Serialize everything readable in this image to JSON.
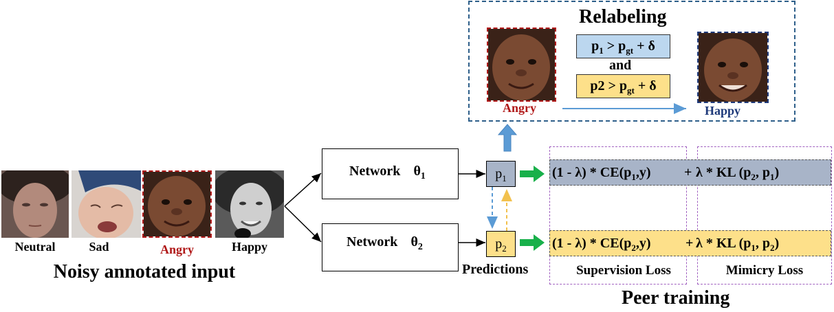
{
  "inputs": {
    "faces": [
      {
        "label": "Neutral",
        "color": "#000000"
      },
      {
        "label": "Sad",
        "color": "#000000"
      },
      {
        "label": "Angry",
        "color": "#b01818"
      },
      {
        "label": "Happy",
        "color": "#000000"
      }
    ],
    "title": "Noisy annotated input"
  },
  "networks": {
    "net1": {
      "label": "Network",
      "theta": "θ",
      "sub": "1"
    },
    "net2": {
      "label": "Network",
      "theta": "θ",
      "sub": "2"
    }
  },
  "predictions": {
    "p1": {
      "base": "p",
      "sub": "1"
    },
    "p2": {
      "base": "p",
      "sub": "2"
    },
    "label": "Predictions"
  },
  "relabeling": {
    "title": "Relabeling",
    "from_label": "Angry",
    "to_label": "Happy",
    "cond1": {
      "lhs": "p",
      "lhs_sub": "1",
      "op": " > p",
      "gt_sub": "gt",
      "plus": " + δ"
    },
    "joiner": "and",
    "cond2": {
      "lhs": "p2",
      "op": " > p",
      "gt_sub": "gt",
      "plus": " + δ"
    }
  },
  "peer_training": {
    "row1": {
      "sup_a": "(1 - λ) * CE(p",
      "sup_sub": "1",
      "sup_b": ",y)",
      "plus": "+",
      "mim_a": "λ  * KL (p",
      "mim_sub1": "2",
      "mim_mid": ", p",
      "mim_sub2": "1",
      "mim_end": ")"
    },
    "row2": {
      "sup_a": "(1 - λ) * CE(p",
      "sup_sub": "2",
      "sup_b": ",y)",
      "plus": "+",
      "mim_a": "λ  * KL (p",
      "mim_sub1": "1",
      "mim_mid": ", p",
      "mim_sub2": "2",
      "mim_end": ")"
    },
    "supervision_label": "Supervision Loss",
    "mimicry_label": "Mimicry Loss",
    "title": "Peer training"
  },
  "colors": {
    "p1_fill": "#a8b4c8",
    "p2_fill": "#fde08a",
    "cond1_fill": "#bcd7ef",
    "cond2_fill": "#fde08a",
    "angry_red": "#b01818",
    "happy_blue": "#1f3a7a",
    "arrow_green": "#18b04a",
    "arrow_blue": "#5b9bd5",
    "relabel_border": "#2e5f8a"
  }
}
